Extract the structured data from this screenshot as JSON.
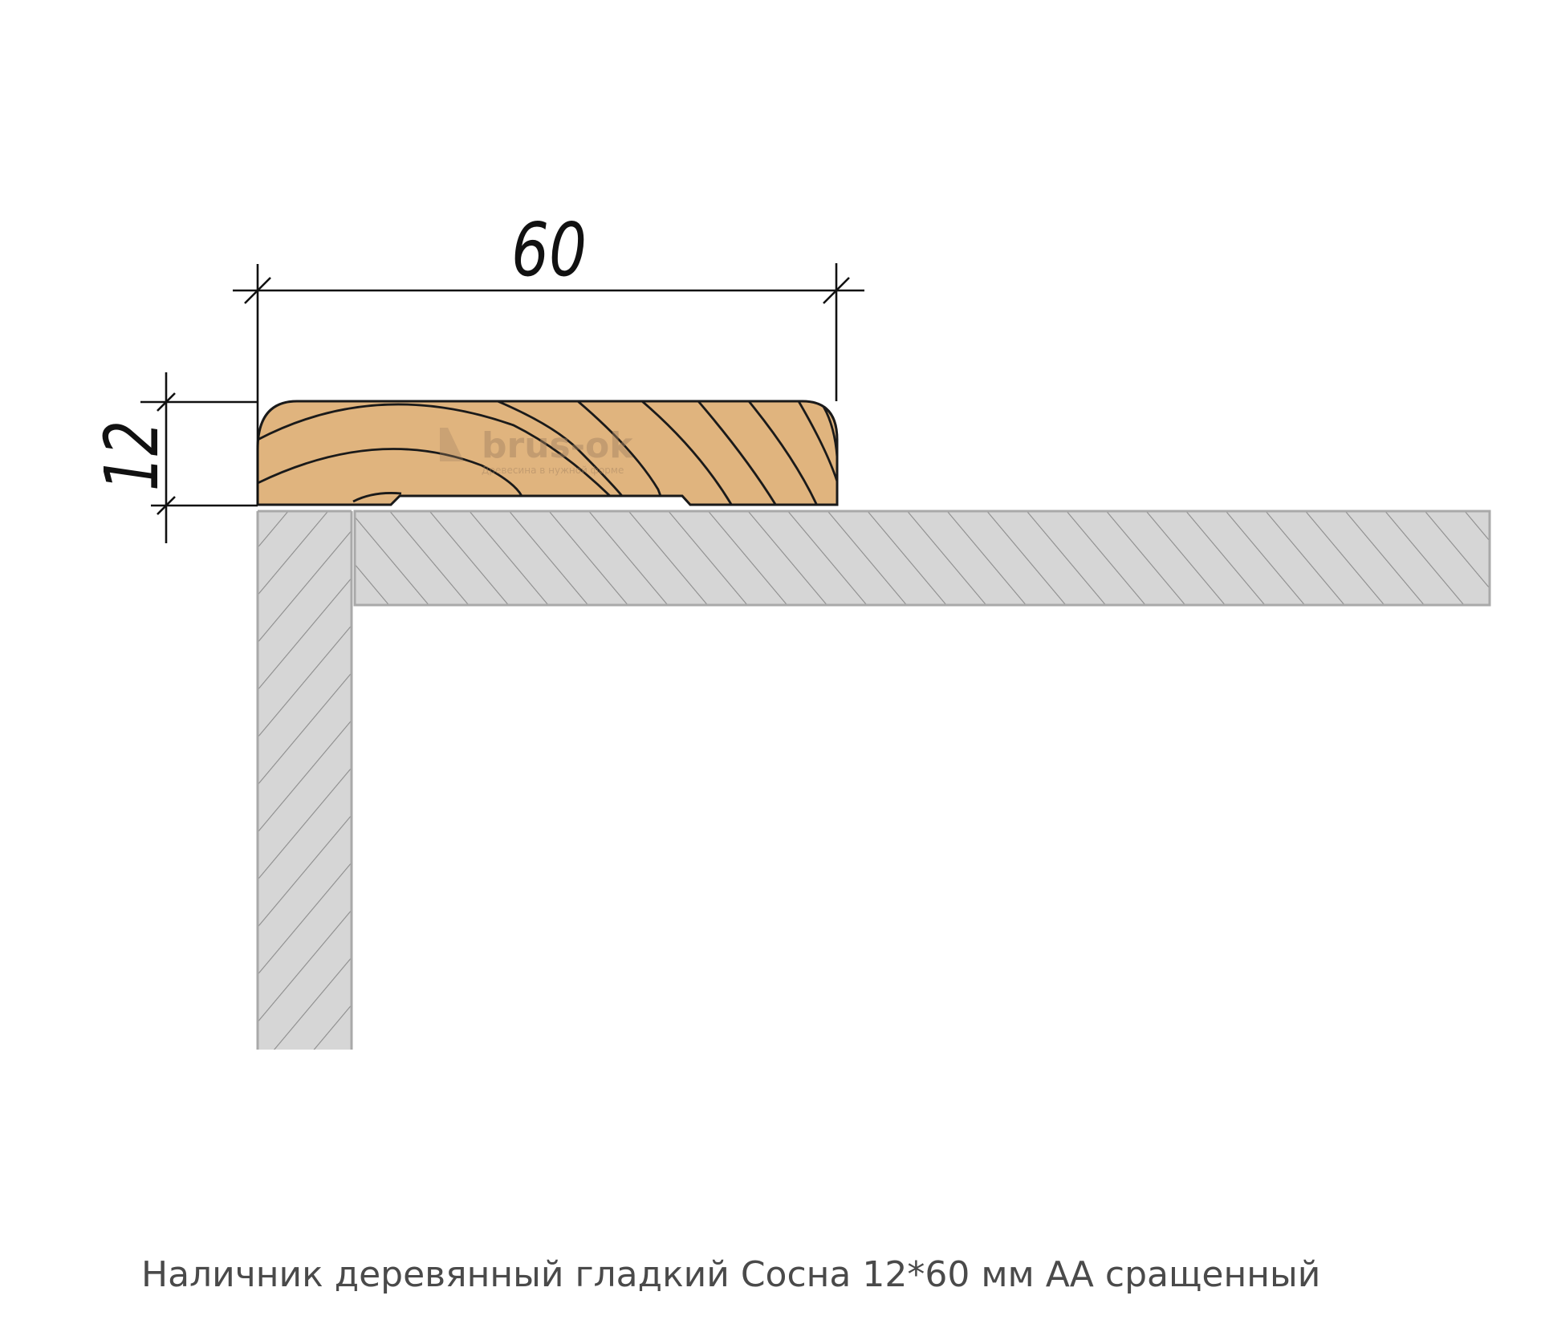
{
  "drawing": {
    "title": "Наличник деревянный гладкий Сосна 12*60 мм АА сращенный",
    "dimensions": {
      "width_label": "60",
      "height_label": "12"
    },
    "watermark": {
      "brand": "brus-ok",
      "tagline": "Древесина в нужной форме"
    },
    "colors": {
      "wood_fill": "#E0B47E",
      "wall_fill": "#D6D6D6",
      "wall_stroke": "#A9A9A9",
      "hatch_stroke": "#8C8C8C",
      "dimension_stroke": "#111111",
      "caption_text": "#4A4A4A"
    },
    "components": [
      {
        "name": "Наличник (molding profile)",
        "material": "Сосна",
        "size_mm": "12x60"
      },
      {
        "name": "Вертикальная стена (wall section)"
      },
      {
        "name": "Горизонтальная коробка (door frame section)"
      }
    ]
  }
}
